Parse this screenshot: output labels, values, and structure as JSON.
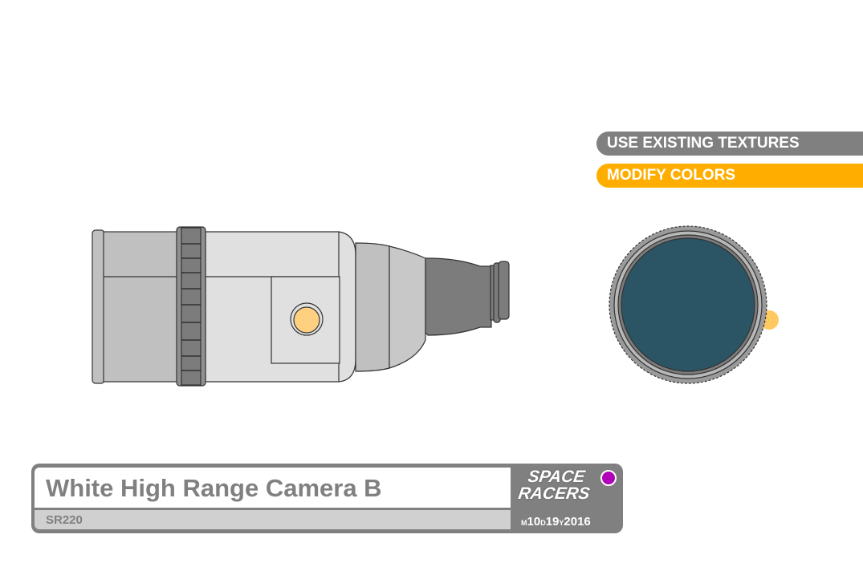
{
  "buttons": {
    "use_existing": "USE EXISTING TEXTURES",
    "modify_colors": "MODIFY COLORS"
  },
  "label": {
    "title": "White High Range Camera B",
    "code": "SR220",
    "logo_line1": "SPACE",
    "logo_line2": "RACERS",
    "date": {
      "m_prefix": "M",
      "month": "10",
      "d_prefix": "D",
      "day": "19",
      "y_prefix": "Y",
      "year": "2016"
    }
  },
  "colors": {
    "accent": "#ffae00",
    "gray": "#808080",
    "lens": "#2b5564",
    "button": "#ffd080",
    "dot": "#b000b8"
  }
}
